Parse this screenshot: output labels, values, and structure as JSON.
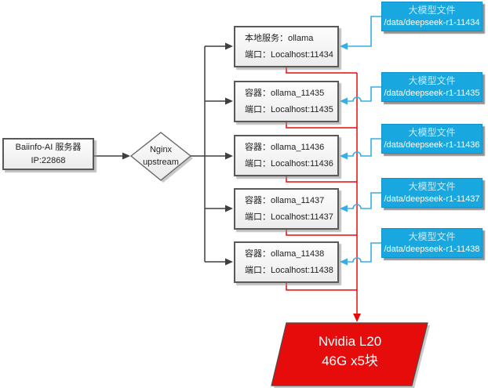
{
  "colors": {
    "blue_box": "#18a8df",
    "cyan_line": "#35afe3",
    "red": "#e60c0c",
    "dark_line": "#3f3f3f",
    "node_border": "#595959",
    "blue_title": "#c9eaf8"
  },
  "server": {
    "name": "Baiinfo-AI 服务器",
    "ip": "IP:22868"
  },
  "gateway": {
    "line1": "Nginx",
    "line2": "upstream"
  },
  "services": [
    {
      "line1": "本地服务：ollama",
      "line2": "端口：Localhost:11434"
    },
    {
      "line1": "容器：ollama_11435",
      "line2": "端口：Localhost:11435"
    },
    {
      "line1": "容器：ollama_11436",
      "line2": "端口：Localhost:11436"
    },
    {
      "line1": "容器：ollama_11437",
      "line2": "端口：Localhost:11437"
    },
    {
      "line1": "容器：ollama_11438",
      "line2": "端口：Localhost:11438"
    }
  ],
  "model_files": [
    {
      "title": "大模型文件",
      "path": "/data/deepseek-r1-11434"
    },
    {
      "title": "大模型文件",
      "path": "/data/deepseek-r1-11435"
    },
    {
      "title": "大模型文件",
      "path": "/data/deepseek-r1-11436"
    },
    {
      "title": "大模型文件",
      "path": "/data/deepseek-r1-11437"
    },
    {
      "title": "大模型文件",
      "path": "/data/deepseek-r1-11438"
    }
  ],
  "gpu": {
    "line1": "Nvidia L20",
    "line2": "46G x5块"
  }
}
